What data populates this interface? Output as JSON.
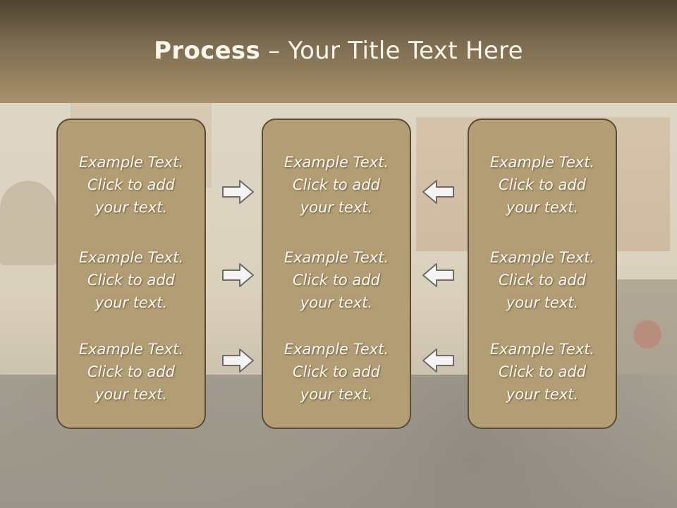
{
  "header": {
    "title_bold": "Process",
    "title_rest": " – Your Title Text Here"
  },
  "colors": {
    "header_dark": "#4f4330",
    "header_light": "#a8916a",
    "box_fill": "#b39d74",
    "box_border": "#5a4b34",
    "text": "#fdfaf2"
  },
  "boxes": [
    {
      "items": [
        {
          "line1": "Example Text.",
          "line2": "Click  to add",
          "line3": "your text."
        },
        {
          "line1": "Example Text.",
          "line2": "Click  to add",
          "line3": "your text."
        },
        {
          "line1": "Example Text.",
          "line2": "Click  to add",
          "line3": "your text."
        }
      ]
    },
    {
      "items": [
        {
          "line1": "Example Text.",
          "line2": "Click  to add",
          "line3": "your text."
        },
        {
          "line1": "Example Text.",
          "line2": "Click  to add",
          "line3": "your text."
        },
        {
          "line1": "Example Text.",
          "line2": "Click  to add",
          "line3": "your text."
        }
      ]
    },
    {
      "items": [
        {
          "line1": "Example Text.",
          "line2": "Click  to add",
          "line3": "your text."
        },
        {
          "line1": "Example Text.",
          "line2": "Click  to add",
          "line3": "your text."
        },
        {
          "line1": "Example Text.",
          "line2": "Click  to add",
          "line3": "your text."
        }
      ]
    }
  ],
  "arrows": {
    "left_column": [
      "arrow-right-icon",
      "arrow-right-icon",
      "arrow-right-icon"
    ],
    "right_column": [
      "arrow-left-icon",
      "arrow-left-icon",
      "arrow-left-icon"
    ]
  }
}
